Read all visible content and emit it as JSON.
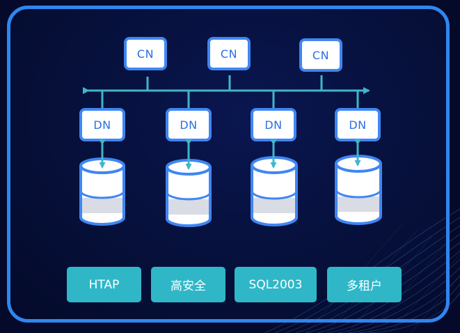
{
  "diagram": {
    "cn_nodes": [
      {
        "label": "CN"
      },
      {
        "label": "CN"
      },
      {
        "label": "CN"
      }
    ],
    "dn_nodes": [
      {
        "label": "DN"
      },
      {
        "label": "DN"
      },
      {
        "label": "DN"
      },
      {
        "label": "DN"
      }
    ],
    "features": [
      {
        "label": "HTAP"
      },
      {
        "label": "高安全"
      },
      {
        "label": "SQL2003"
      },
      {
        "label": "多租户"
      }
    ]
  },
  "colors": {
    "frame_border": "#2f86f0",
    "background": "#050a2a",
    "node_border": "#3f86f2",
    "node_text": "#2a6fe0",
    "connector": "#3fb6c9",
    "feature_button": "#2fb7c8"
  },
  "icons": [
    "storage-cylinder-icon",
    "bidirectional-arrow-icon"
  ]
}
